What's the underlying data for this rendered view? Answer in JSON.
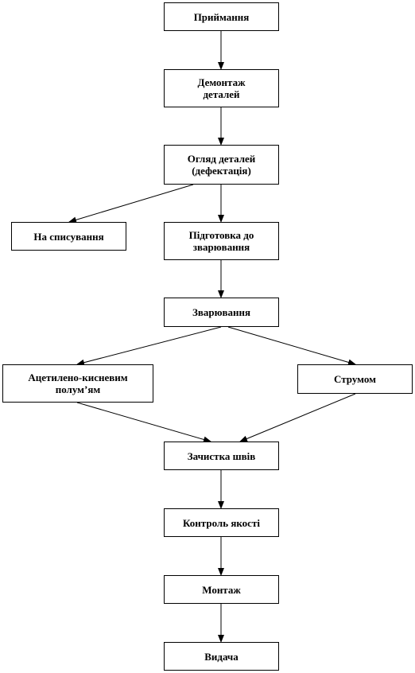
{
  "nodes": {
    "receiving": "Приймання",
    "disassembly": "Демонтаж\nдеталей",
    "inspection": "Огляд деталей\n(дефектація)",
    "write_off": "На списування",
    "weld_prep": "Підготовка до\nзварювання",
    "welding": "Зварювання",
    "gas_flame": "Ацетилено-кисневим\nполум’ям",
    "electric": "Струмом",
    "seam_cleaning": "Зачистка швів",
    "quality_control": "Контроль якості",
    "assembly": "Монтаж",
    "delivery": "Видача"
  },
  "edges": [
    [
      "receiving",
      "disassembly"
    ],
    [
      "disassembly",
      "inspection"
    ],
    [
      "inspection",
      "write_off"
    ],
    [
      "inspection",
      "weld_prep"
    ],
    [
      "weld_prep",
      "welding"
    ],
    [
      "welding",
      "gas_flame"
    ],
    [
      "welding",
      "electric"
    ],
    [
      "gas_flame",
      "seam_cleaning"
    ],
    [
      "electric",
      "seam_cleaning"
    ],
    [
      "seam_cleaning",
      "quality_control"
    ],
    [
      "quality_control",
      "assembly"
    ],
    [
      "assembly",
      "delivery"
    ]
  ]
}
